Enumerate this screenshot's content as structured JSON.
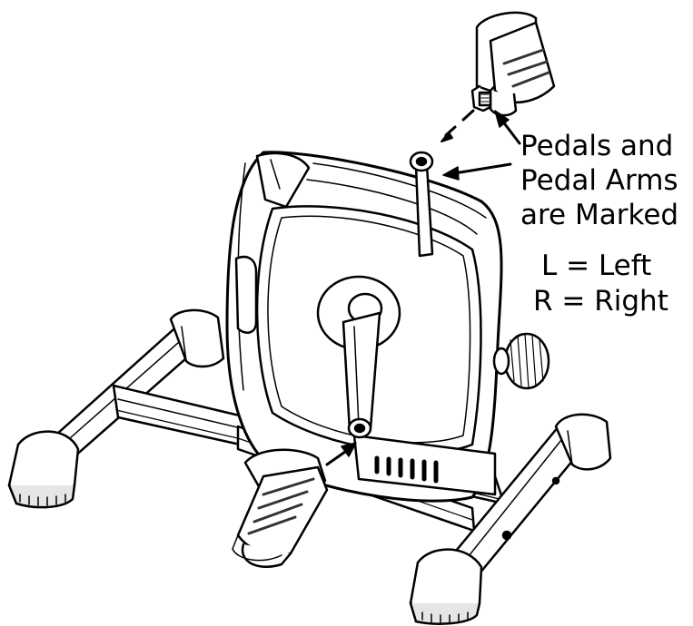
{
  "callout": {
    "line1": "Pedals and",
    "line2": "Pedal Arms",
    "line3": "are Marked"
  },
  "legend": {
    "left": "L = Left",
    "right": "R = Right"
  },
  "colors": {
    "ink": "#000000",
    "paper": "#ffffff",
    "shade": "#e6e6e6"
  }
}
